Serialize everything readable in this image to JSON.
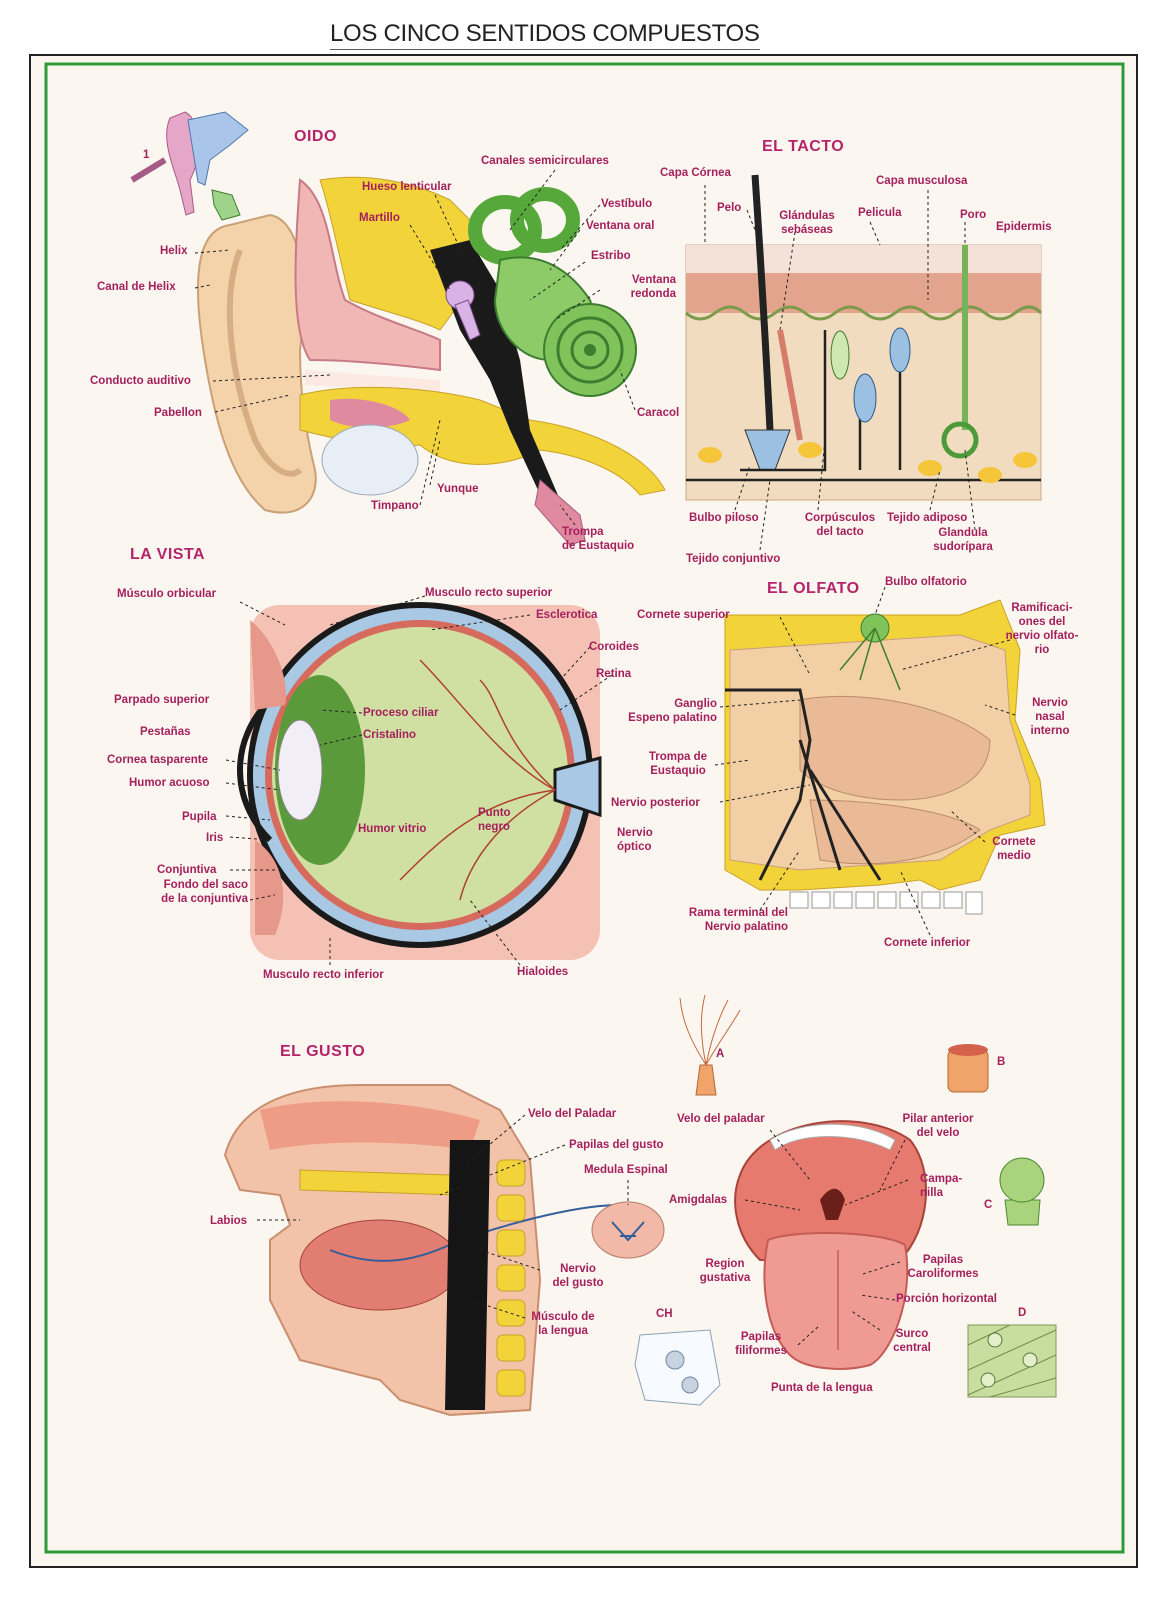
{
  "title": "LOS CINCO SENTIDOS COMPUESTOS",
  "colors": {
    "frame_green": "#2f9a3a",
    "label_magenta": "#a51f5c",
    "bone_yellow": "#f2d43a",
    "cartilage_green": "#7cc04a",
    "skin_peach": "#f3cfa6",
    "flesh_pink": "#e79a8f",
    "sclera_blue": "#a9c8e4"
  },
  "sections": {
    "oido": {
      "heading": "OIDO",
      "marker_1": "1",
      "labels": {
        "canales": "Canales semicirculares",
        "hueso_lenticular": "Hueso lenticular",
        "vestibulo": "Vestíbulo",
        "martillo": "Martillo",
        "ventana_oral": "Ventana oral",
        "helix": "Helix",
        "estribo": "Estribo",
        "canal_helix": "Canal de Helix",
        "ventana_redonda": "Ventana\nredonda",
        "conducto": "Conducto auditivo",
        "pabellon": "Pabellon",
        "caracol": "Caracol",
        "yunque": "Yunque",
        "timpano": "Timpano",
        "trompa": "Trompa\nde Eustaquio"
      }
    },
    "tacto": {
      "heading": "EL TACTO",
      "labels": {
        "capa_cornea": "Capa Córnea",
        "capa_musculosa": "Capa musculosa",
        "pelo": "Pelo",
        "glandulas": "Glándulas\nsebáseas",
        "pelicula": "Pelicula",
        "poro": "Poro",
        "epidermis": "Epidermis",
        "bulbo": "Bulbo piloso",
        "corpusculos": "Corpúsculos\ndel tacto",
        "tejido_adiposo": "Tejido adiposo",
        "glandula_sudoripara": "Glandula\nsudorípara",
        "tejido_conjuntivo": "Tejido conjuntivo"
      }
    },
    "vista": {
      "heading": "LA VISTA",
      "labels": {
        "musculo_orbicular": "Músculo orbicular",
        "musculo_recto_superior": "Musculo recto superior",
        "esclerotica": "Esclerotica",
        "coroides": "Coroides",
        "retina": "Retina",
        "parpado": "Parpado superior",
        "proceso_ciliar": "Proceso ciliar",
        "pestanas": "Pestañas",
        "cristalino": "Cristalino",
        "cornea": "Cornea tasparente",
        "humor_acuoso": "Humor acuoso",
        "pupila": "Pupila",
        "iris": "Iris",
        "humor_vitrio": "Humor vitrio",
        "punto_negro": "Punto\nnegro",
        "nervio_optico": "Nervio\nóptico",
        "conjuntiva": "Conjuntiva",
        "fondo_saco": "Fondo del saco\nde la conjuntiva",
        "musculo_recto_inferior": "Musculo recto inferior",
        "hialoides": "Hialoides"
      }
    },
    "olfato": {
      "heading": "EL OLFATO",
      "labels": {
        "bulbo_olfatorio": "Bulbo olfatorio",
        "cornete_superior": "Cornete superior",
        "ramificaciones": "Ramificaci-\nones del\nnervio olfato-\nrio",
        "ganglio": "Ganglio\nEspeno palatino",
        "nervio_nasal": "Nervio\nnasal\ninterno",
        "trompa": "Trompa de\nEustaquio",
        "nervio_posterior": "Nervio posterior",
        "cornete_medio": "Cornete\nmedio",
        "rama_terminal": "Rama terminal del\nNervio palatino",
        "cornete_inferior": "Cornete inferior"
      }
    },
    "gusto": {
      "heading": "EL GUSTO",
      "labels": {
        "velo_paladar_1": "Velo del Paladar",
        "papilas_gusto": "Papilas del gusto",
        "medula": "Medula Espinal",
        "labios": "Labios",
        "nervio_gusto": "Nervio\ndel gusto",
        "musculo_lengua": "Músculo de\nla lengua",
        "velo_paladar_2": "Velo del paladar",
        "pilar": "Pilar anterior\ndel velo",
        "amigdalas": "Amigdalas",
        "campanilla": "Campa-\nnilla",
        "region": "Region\ngustativa",
        "papilas_carol": "Papilas\nCaroliformes",
        "porcion": "Porción horizontal",
        "surco": "Surco\ncentral",
        "papilas_fili": "Papilas\nfiliformes",
        "punta": "Punta de la lengua"
      },
      "markers": {
        "a": "A",
        "b": "B",
        "c": "C",
        "ch": "CH",
        "d": "D"
      }
    }
  }
}
